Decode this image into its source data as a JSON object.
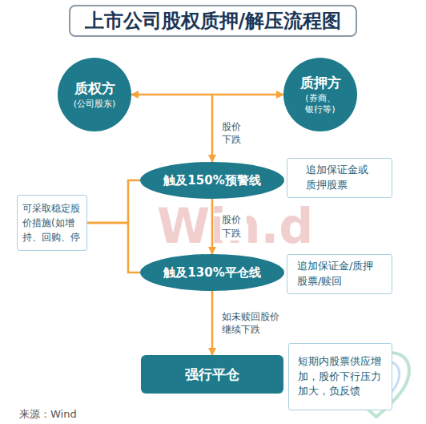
{
  "diagram": {
    "title": "上市公司股权质押/解压流程图",
    "caption": "来源：Wind",
    "nodes": [
      {
        "text": [
          "质权方",
          "(公司股东)"
        ]
      },
      {
        "text": [
          "质押方",
          "(券商、 银行等)"
        ]
      },
      {
        "text": [
          "触及150%预警线"
        ]
      },
      {
        "text": [
          "可采取稳定股价措施(如增持、回购、停"
        ]
      },
      {
        "text": [
          "追加保证金或质押股票"
        ]
      },
      {
        "text": [
          "触及130%平仓线"
        ]
      },
      {
        "text": [
          "追加保证金/质押股票/赎回"
        ]
      },
      {
        "text": [
          "强行平仓"
        ]
      },
      {
        "text": [
          "短期内股票供应增加，股价下行压力加大，负反馈"
        ]
      }
    ],
    "edges": [
      {
        "from": 0,
        "to": 1,
        "arrow": "both"
      },
      {
        "from": 2,
        "to": 5,
        "arrow": "to",
        "label": "股价 下跌"
      },
      {
        "from": 5,
        "to": 7,
        "arrow": "to",
        "label": "如未赎回股价 继续下跌"
      },
      {
        "from": 3,
        "to": 2,
        "arrow": "none"
      },
      {
        "from": 3,
        "to": 5,
        "arrow": "none"
      }
    ],
    "labels": [
      "股价 下跌",
      "Win.d"
    ]
  }
}
